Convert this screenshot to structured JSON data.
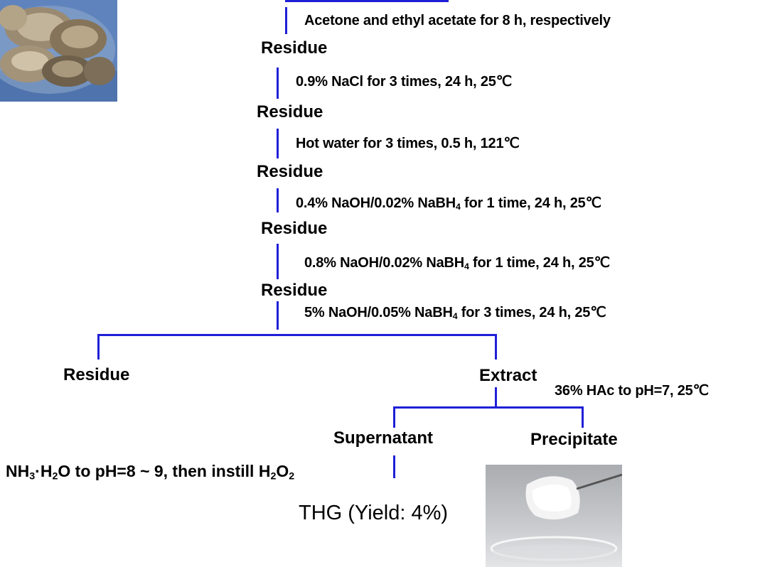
{
  "steps": [
    {
      "condition": "Acetone and ethyl acetate for 8 h, respectively",
      "result": "Residue"
    },
    {
      "condition": "0.9% NaCl for 3 times, 24 h, 25℃",
      "result": "Residue"
    },
    {
      "condition": "Hot water for 3 times, 0.5 h, 121℃",
      "result": "Residue"
    },
    {
      "condition_parts": [
        "0.4% NaOH/0.02% NaBH",
        "4",
        " for 1 time, 24 h, 25℃"
      ],
      "result": "Residue"
    },
    {
      "condition_parts": [
        "0.8% NaOH/0.02% NaBH",
        "4",
        " for 1 time, 24 h, 25℃"
      ],
      "result": "Residue"
    },
    {
      "condition_parts": [
        "5% NaOH/0.05% NaBH",
        "4",
        " for 3 times, 24 h, 25℃"
      ]
    }
  ],
  "split": {
    "left": "Residue",
    "right": "Extract",
    "right_condition": "36% HAc to pH=7, 25℃"
  },
  "extract_split": {
    "left": "Supernatant",
    "right": "Precipitate"
  },
  "final_condition_parts": [
    "NH",
    "3",
    "·H",
    "2",
    "O to pH=8 ~ 9,  then instill H",
    "2",
    "O",
    "2"
  ],
  "product": "THG (Yield: 4%)",
  "colors": {
    "line": "#1f1fd8",
    "text": "#000000"
  },
  "images": [
    "mushroom-photo",
    "thg-photo"
  ]
}
